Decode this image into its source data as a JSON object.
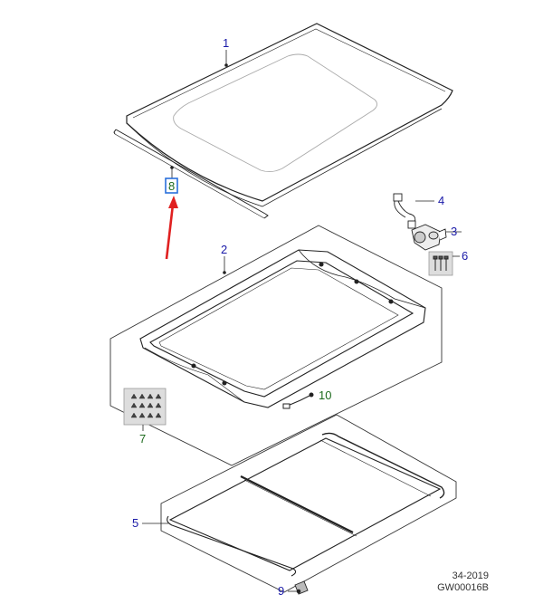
{
  "callouts": {
    "c1": "1",
    "c2": "2",
    "c3": "3",
    "c4": "4",
    "c5": "5",
    "c6": "6",
    "c7": "7",
    "c8": "8",
    "c9": "9",
    "c10": "10"
  },
  "doc_codes": {
    "line1": "34-2019",
    "line2": "GW00016B"
  },
  "colors": {
    "outline": "#222222",
    "callout_blue": "#1a1aa8",
    "callout_green": "#1e6b1e",
    "highlight_box": "#2a6fdb",
    "arrow_red": "#e02020",
    "kit_box": "#dddddd"
  }
}
